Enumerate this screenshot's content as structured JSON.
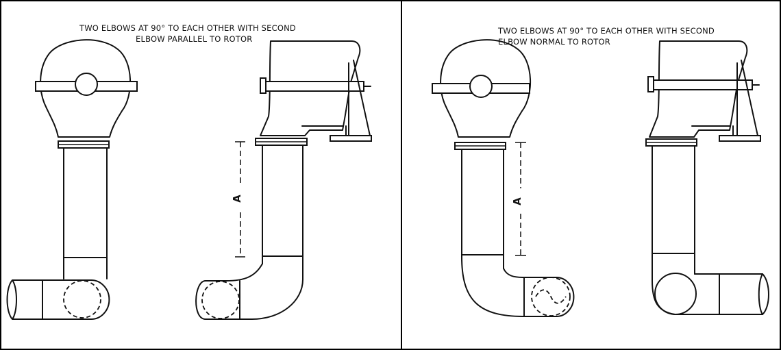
{
  "panels": [
    {
      "caption_line1": "TWO ELBOWS AT 90° TO EACH OTHER WITH SECOND",
      "caption_line2": "ELBOW PARALLEL TO ROTOR",
      "dimension_label": "A"
    },
    {
      "caption_line1": "TWO ELBOWS AT 90° TO EACH OTHER WITH SECOND",
      "caption_line2": "ELBOW NORMAL TO ROTOR",
      "dimension_label": "A"
    }
  ]
}
